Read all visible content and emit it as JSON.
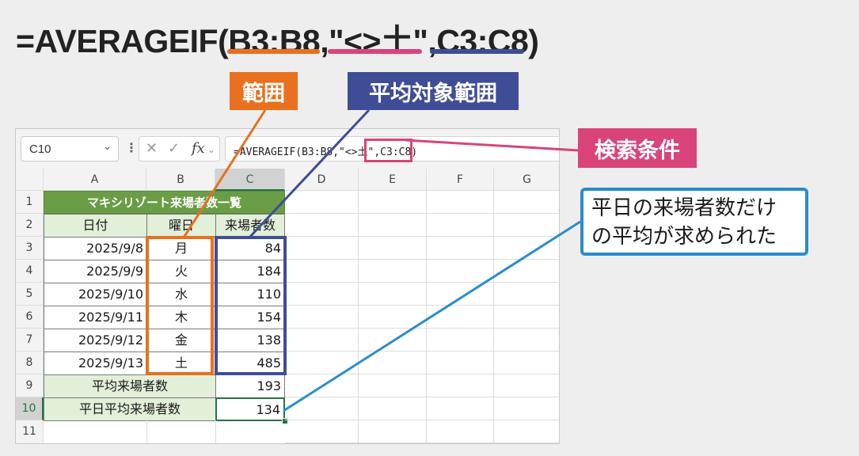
{
  "top_formula": {
    "prefix": "=AVERAGEIF(",
    "arg_range": "B3:B8",
    "comma1": ",",
    "arg_criteria": "\"<>土\"",
    "comma2": ",",
    "arg_avg": "C3:C8",
    "suffix": ")"
  },
  "callouts": {
    "range": "範囲",
    "avg_range": "平均対象範囲",
    "criteria": "検索条件",
    "note_line1": "平日の来場者数だけ",
    "note_line2": "の平均が求められた"
  },
  "colors": {
    "range": "#e8701e",
    "criteria": "#d8447b",
    "avg_range": "#3f4d97",
    "note": "#2a8ccc",
    "header_fill": "#6a9d46",
    "light_fill": "#e2efd9",
    "selection": "#217346"
  },
  "excel": {
    "name_box": "C10",
    "fx_label": "fx",
    "formula": "=AVERAGEIF(B3:B8,\"<>土\",C3:C8)",
    "columns": [
      "A",
      "B",
      "C",
      "D",
      "E",
      "F",
      "G"
    ],
    "rows": [
      "1",
      "2",
      "3",
      "4",
      "5",
      "6",
      "7",
      "8",
      "9",
      "10",
      "11"
    ],
    "table_title": "マキシリゾート来場者数一覧",
    "headers": [
      "日付",
      "曜日",
      "来場者数"
    ],
    "data": [
      {
        "date": "2025/9/8",
        "day": "月",
        "visitors": "84"
      },
      {
        "date": "2025/9/9",
        "day": "火",
        "visitors": "184"
      },
      {
        "date": "2025/9/10",
        "day": "水",
        "visitors": "110"
      },
      {
        "date": "2025/9/11",
        "day": "木",
        "visitors": "154"
      },
      {
        "date": "2025/9/12",
        "day": "金",
        "visitors": "138"
      },
      {
        "date": "2025/9/13",
        "day": "土",
        "visitors": "485"
      }
    ],
    "avg_label": "平均来場者数",
    "avg_value": "193",
    "weekday_avg_label": "平日平均来場者数",
    "weekday_avg_value": "134"
  }
}
